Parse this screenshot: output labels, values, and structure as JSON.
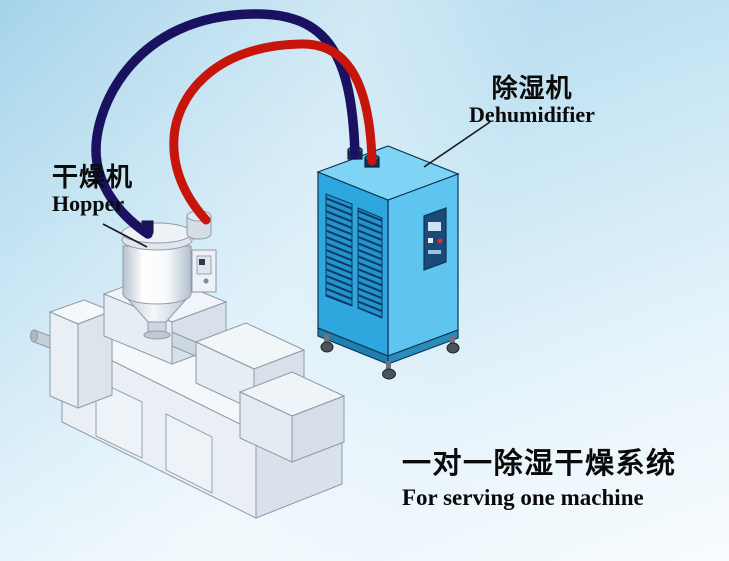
{
  "labels": {
    "hopper_cn": "干燥机",
    "hopper_en": "Hopper",
    "dehumidifier_cn": "除湿机",
    "dehumidifier_en": "Dehumidifier"
  },
  "scene": {
    "title_cn": "一对一除湿干燥系统",
    "title_en": "For serving one machine"
  },
  "colors": {
    "pipe_red": "#c8150c",
    "pipe_navy": "#1a1260",
    "dehu_front": "#2ea6de",
    "dehu_side": "#5ec5f0",
    "dehu_top": "#7fd4f6",
    "text": "#111111"
  },
  "components": {
    "hopper": "hopper-dryer",
    "dehumidifier": "dehumidifier-cabinet",
    "machine": "extruder-machine",
    "red_hose": "dry-air-hose",
    "navy_hose": "return-air-hose"
  }
}
